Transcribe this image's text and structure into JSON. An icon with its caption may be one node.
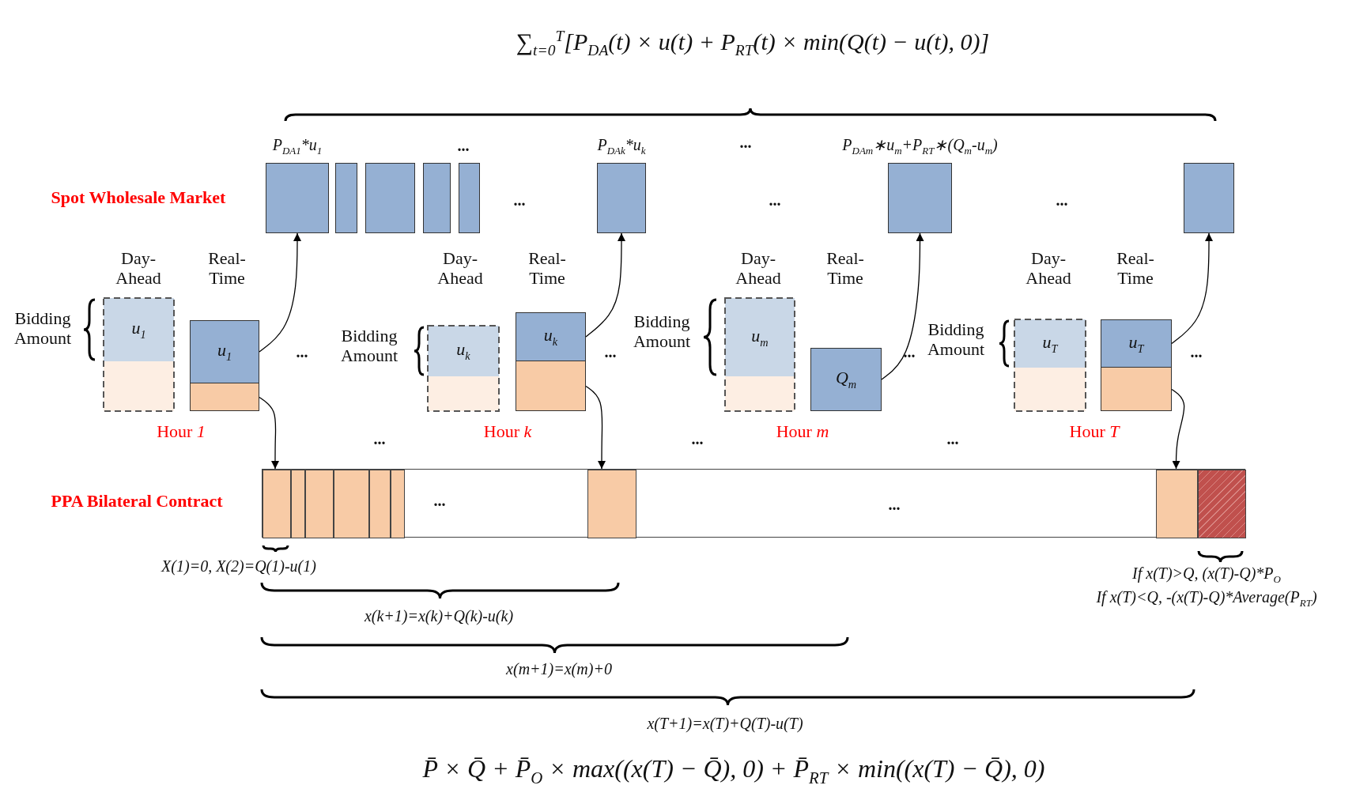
{
  "diagram": {
    "nodes": [
      {
        "text": [
          "P$_{DA1}$*u$_{1}$"
        ]
      },
      {
        "text": [],
        "shape": "box"
      },
      {
        "text": [],
        "shape": "box"
      },
      {
        "text": [],
        "shape": "box"
      },
      {
        "text": [],
        "shape": "box"
      },
      {
        "text": [
          "P$_{DAk}$*u$_{k}$"
        ]
      },
      {
        "text": [
          "P$_{DAm}$∗u$_{m}$+P$_{RT}$∗(Q$_{m}$-u$_{m}$)"
        ]
      },
      {
        "text": [],
        "shape": "box"
      },
      {
        "text": [
          "u$_{1}$"
        ]
      },
      {
        "text": [],
        "shape": "box"
      },
      {
        "text": [
          "u$_{1}$"
        ]
      },
      {
        "text": [],
        "shape": "box"
      },
      {
        "text": [
          "u$_{k}$"
        ]
      },
      {
        "text": [],
        "shape": "box"
      },
      {
        "text": [
          "u$_{k}$"
        ]
      },
      {
        "text": [],
        "shape": "box"
      },
      {
        "text": [
          "u$_{m}$"
        ]
      },
      {
        "text": [],
        "shape": "box"
      },
      {
        "text": [
          "Q$_{m}$"
        ]
      },
      {
        "text": [
          "u$_{T}$"
        ]
      },
      {
        "text": [],
        "shape": "box"
      },
      {
        "text": [
          "u$_{T}$"
        ]
      },
      {
        "text": [],
        "shape": "box"
      },
      {
        "text": [
          "...",
          "..."
        ]
      },
      {
        "text": [],
        "shape": "box",
        "in": 23
      },
      {
        "text": [],
        "shape": "box",
        "in": 23
      },
      {
        "text": [],
        "shape": "box",
        "in": 23
      },
      {
        "text": [],
        "shape": "box",
        "in": 23
      },
      {
        "text": [],
        "shape": "box",
        "in": 23
      },
      {
        "text": [],
        "shape": "box",
        "in": 23
      },
      {
        "text": [],
        "shape": "box",
        "in": 23
      },
      {
        "text": [],
        "shape": "box",
        "in": 23
      },
      {
        "text": [],
        "shape": "box",
        "in": 23
      }
    ],
    "edges": [
      {
        "from": 10,
        "to": 0,
        "arrow": "to"
      },
      {
        "from": 11,
        "to": 24,
        "arrow": "to"
      },
      {
        "from": 14,
        "to": 5,
        "arrow": "to"
      },
      {
        "from": 15,
        "to": 30,
        "arrow": "to"
      },
      {
        "from": 18,
        "to": 6,
        "arrow": "to"
      },
      {
        "from": 21,
        "to": 7,
        "arrow": "to"
      },
      {
        "from": 22,
        "to": 31,
        "arrow": "to"
      }
    ],
    "labels": [
      "∑$_{t=0}$$^{T}$[P$_{DA}$(t) × u(t) + P$_{RT}$(t) × min(Q(t) − u(t), 0)]",
      "...",
      "...",
      "Spot Wholesale Market",
      "...",
      "...",
      "...",
      "Day- Ahead",
      "Real- Time",
      "Day- Ahead",
      "Real- Time",
      "Day- Ahead",
      "Real- Time",
      "Day- Ahead",
      "Real- Time",
      "Bidding Amount",
      "Bidding Amount",
      "Bidding Amount",
      "Bidding Amount",
      "...",
      "...",
      "...",
      "...",
      "Hour *1*",
      "Hour *k*",
      "Hour *m*",
      "Hour *T*",
      "...",
      "...",
      "...",
      "PPA Bilateral Contract",
      "X(1)=0, X(2)=Q(1)-u(1)",
      "If x(T)>Q, (x(T)-Q)*P$_{O}$",
      "If x(T)<Q, -(x(T)-Q)*Average(P$_{RT}$)",
      "x(k+1)=x(k)+Q(k)-u(k)",
      "x(m+1)=x(m)+0",
      "x(T+1)=x(T)+Q(T)-u(T)",
      "P̄ × Q̄ + P̄$_{O}$ × max((x(T) − Q̄), 0) + P̄$_{RT}$ × min((x(T) − Q̄), 0)"
    ]
  }
}
